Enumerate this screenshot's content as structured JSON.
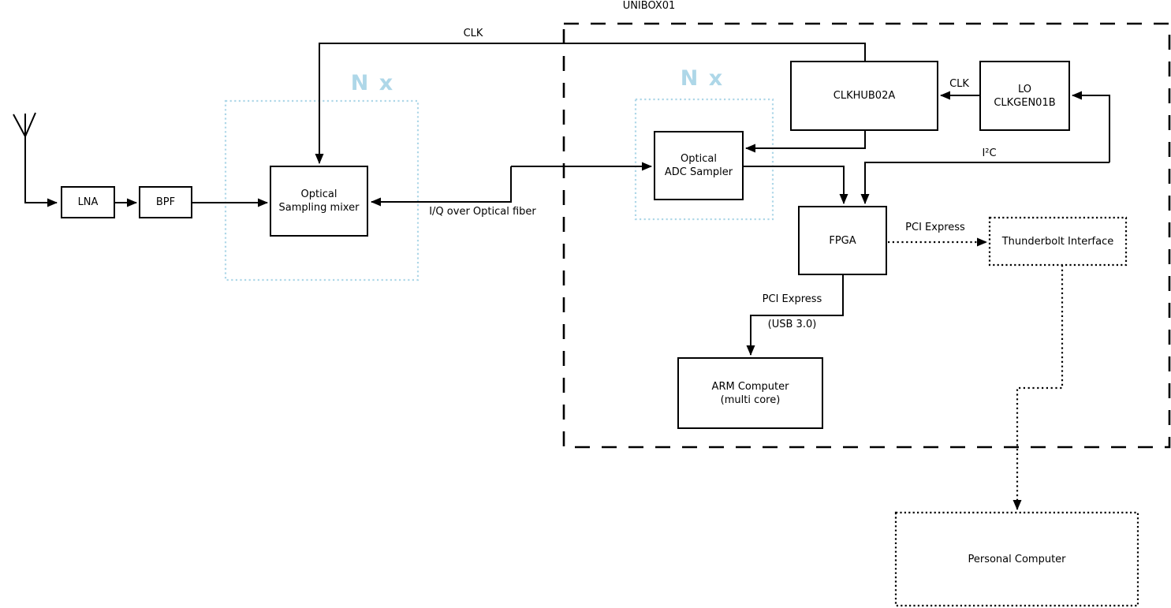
{
  "title": "UNIBOX01",
  "groups": {
    "multiplier_label": "N x"
  },
  "blocks": {
    "antenna": {
      "name": "antenna"
    },
    "lna": {
      "label": "LNA"
    },
    "bpf": {
      "label": "BPF"
    },
    "mixer": {
      "line1": "Optical",
      "line2": "Sampling mixer"
    },
    "adc": {
      "line1": "Optical",
      "line2": "ADC Sampler"
    },
    "clkhub": {
      "label": "CLKHUB02A"
    },
    "lo": {
      "line1": "LO",
      "line2": "CLKGEN01B"
    },
    "fpga": {
      "label": "FPGA"
    },
    "arm": {
      "line1": "ARM Computer",
      "line2": "(multi core)"
    },
    "thunderbolt": {
      "label": "Thunderbolt Interface"
    },
    "pc": {
      "label": "Personal Computer"
    }
  },
  "edges": {
    "clk_top": "CLK",
    "clk_lo_to_hub": "CLK",
    "i2c": "I²C",
    "fiber": "I/Q over Optical fiber",
    "pcie_thunderbolt": "PCI Express",
    "pcie_arm": "PCI Express",
    "pcie_arm_sub": "(USB 3.0)"
  },
  "colors": {
    "line": "#000000",
    "group_accent": "#aed7e8"
  }
}
